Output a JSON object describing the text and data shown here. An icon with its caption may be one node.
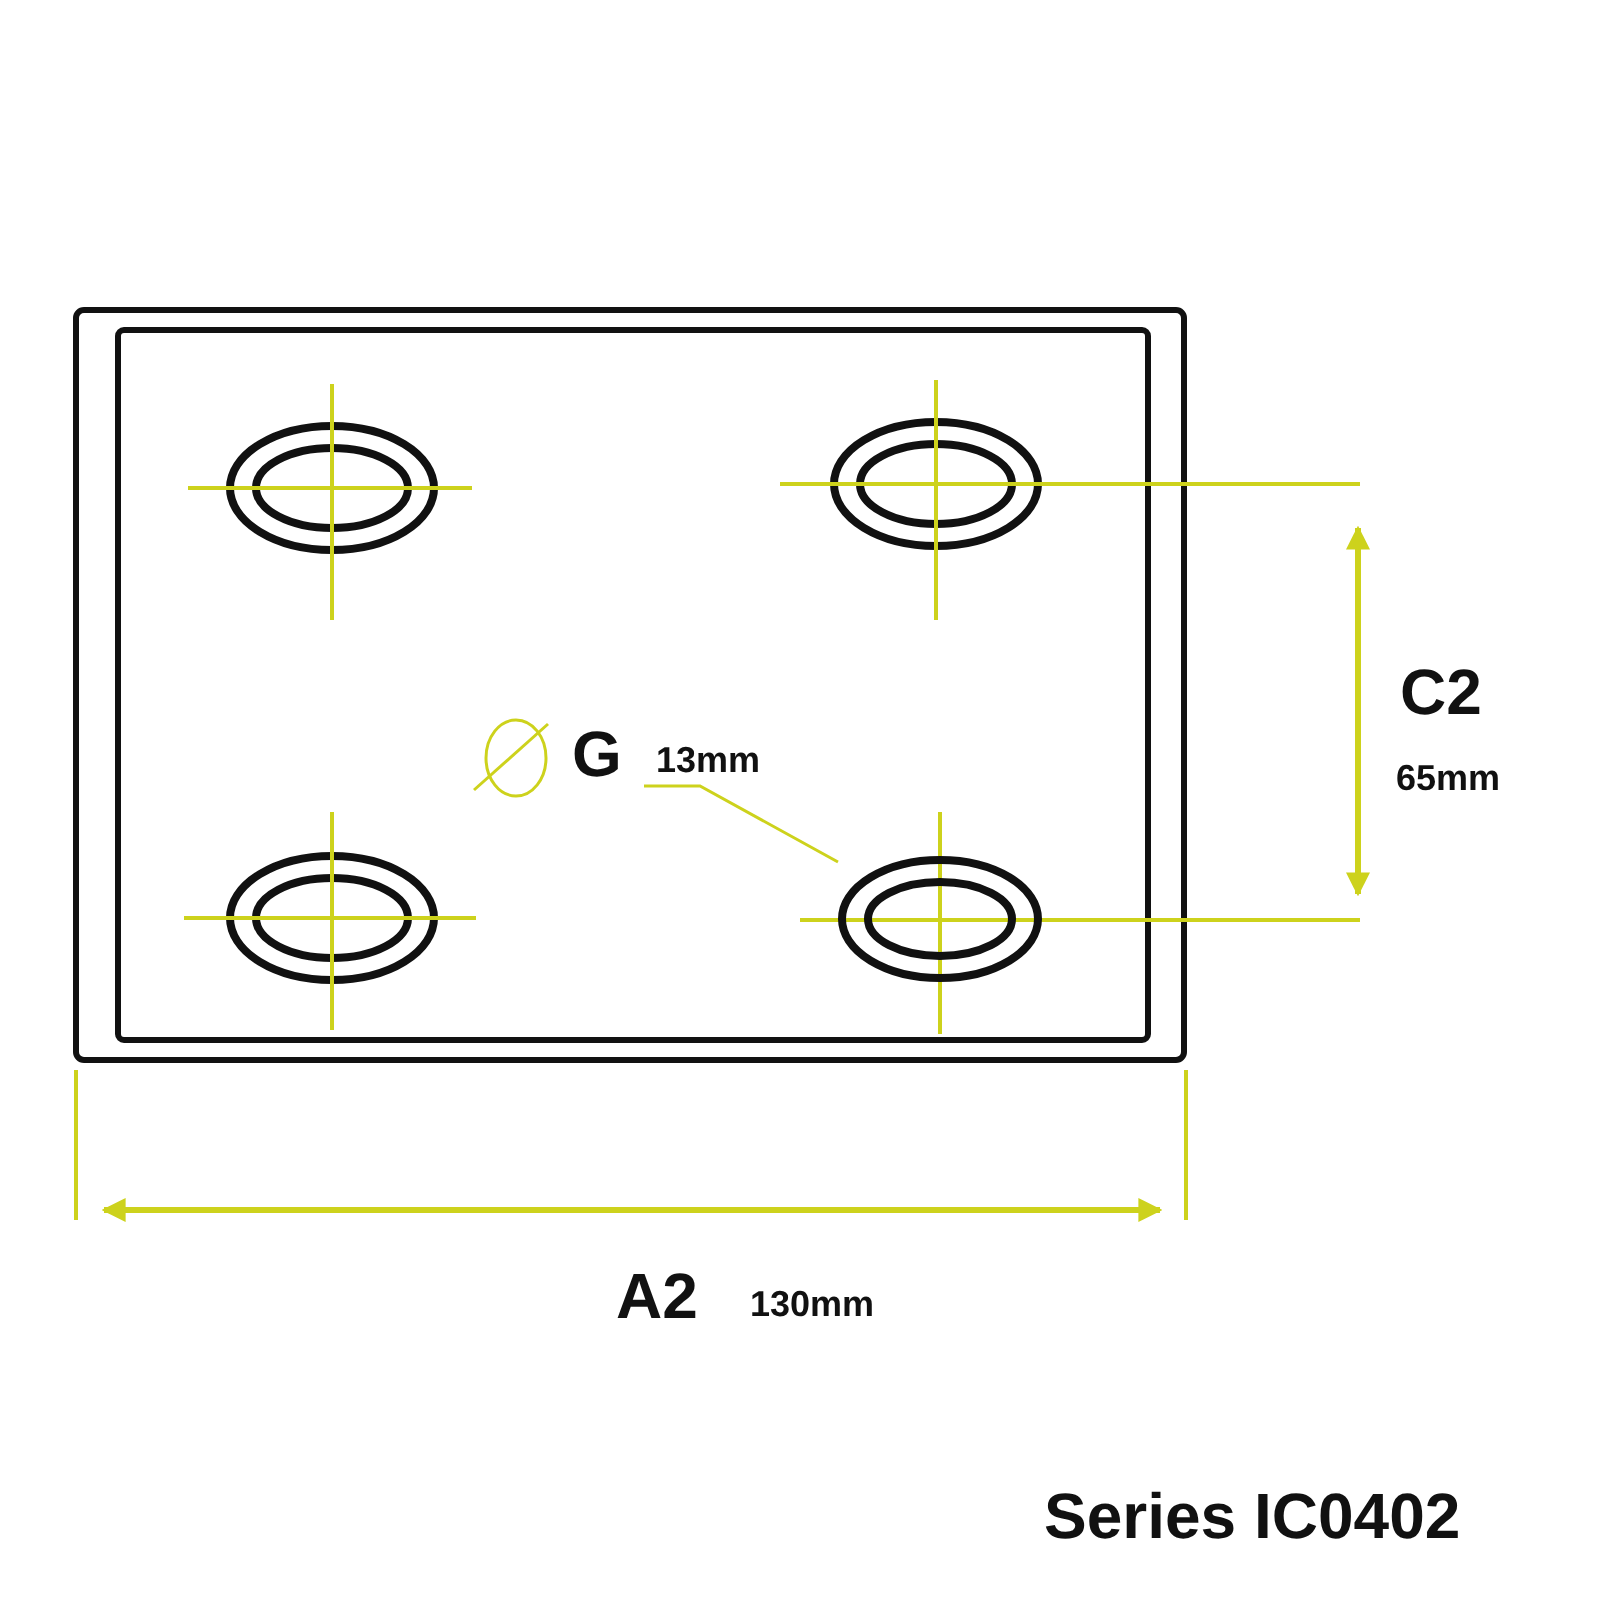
{
  "diagram": {
    "nodes": [
      {
        "text": [
          "G",
          "13mm"
        ]
      },
      {
        "text": [],
        "shape": "circle"
      }
    ],
    "edges": [
      {
        "from": 0,
        "to": 1,
        "arrow": "none"
      }
    ],
    "labels": [
      "C2",
      "65mm",
      "A2",
      "130mm",
      "Series IC0402"
    ]
  }
}
